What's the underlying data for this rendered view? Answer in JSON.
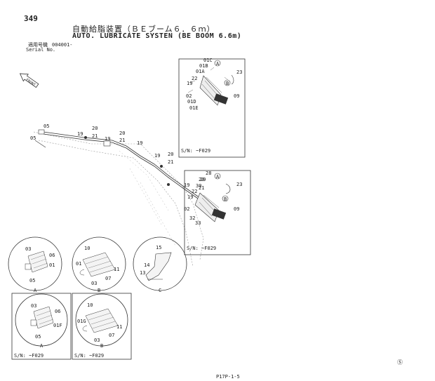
{
  "header": {
    "page_number": "349",
    "title_jp": "自動給脂装置（ＢＥブーム６．６ｍ）",
    "title_en": "AUTO. LUBRICATE SYSTEN (BE BOOM 6.6m)",
    "serial_label_jp": "適用号機",
    "serial_value": "004001-",
    "serial_label_en": "Serial No."
  },
  "front_label": "FRONT",
  "top_inset": {
    "serial": "S/N: ~F029",
    "callouts": [
      "01C",
      "01B",
      "01A",
      "22",
      "19",
      "02",
      "01D",
      "01E",
      "23",
      "09"
    ],
    "view_letters": [
      "A",
      "B"
    ]
  },
  "mid_inset": {
    "serial": "S/N: ~F029",
    "callouts": [
      "28",
      "29",
      "30",
      "22",
      "19",
      "02",
      "32",
      "33",
      "23",
      "09"
    ],
    "view_letters": [
      "A",
      "B"
    ]
  },
  "main_callouts": [
    "05",
    "05",
    "19",
    "20",
    "21",
    "19",
    "20",
    "21",
    "19",
    "19",
    "20",
    "21",
    "19",
    "20",
    "21"
  ],
  "details": [
    {
      "letter": "A",
      "callouts": [
        "03",
        "06",
        "01",
        "05"
      ],
      "serial": ""
    },
    {
      "letter": "B",
      "callouts": [
        "10",
        "01",
        "11",
        "07",
        "03"
      ],
      "serial": ""
    },
    {
      "letter": "C",
      "callouts": [
        "15",
        "14",
        "13"
      ],
      "serial": ""
    },
    {
      "letter": "A",
      "callouts": [
        "03",
        "06",
        "01F",
        "05"
      ],
      "serial": "S/N: ~F029"
    },
    {
      "letter": "B",
      "callouts": [
        "10",
        "01G",
        "11",
        "07",
        "03"
      ],
      "serial": "S/N: ~F029"
    }
  ],
  "footer": {
    "s_mark": "Ⓢ",
    "code": "P17P-1-5"
  }
}
